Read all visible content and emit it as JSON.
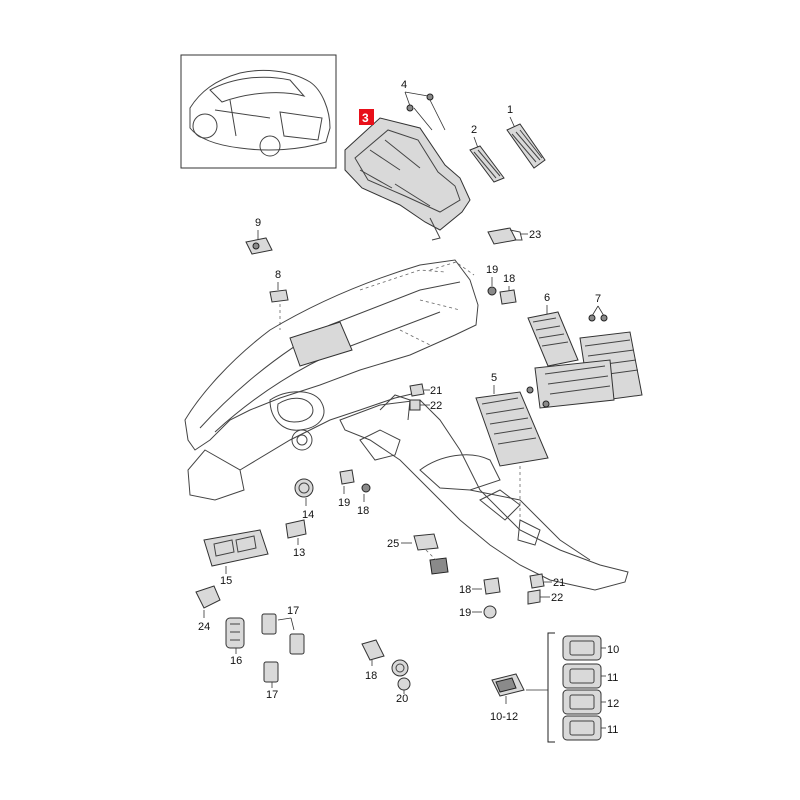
{
  "callouts": {
    "c1": "1",
    "c2": "2",
    "c3": "3",
    "c4": "4",
    "c5": "5",
    "c6": "6",
    "c7": "7",
    "c8": "8",
    "c9": "9",
    "c10": "10",
    "c11a": "11",
    "c11b": "11",
    "c12": "12",
    "c10_12": "10-12",
    "c13": "13",
    "c14": "14",
    "c15": "15",
    "c16": "16",
    "c17a": "17",
    "c17b": "17",
    "c18a": "18",
    "c18b": "18",
    "c18c": "18",
    "c18d": "18",
    "c19a": "19",
    "c19b": "19",
    "c19c": "19",
    "c20": "20",
    "c21a": "21",
    "c21b": "21",
    "c22a": "22",
    "c22b": "22",
    "c23": "23",
    "c24": "24",
    "c25": "25"
  },
  "colors": {
    "highlight": "#e8101a",
    "line": "#444444",
    "part": "#d9d9d9"
  }
}
